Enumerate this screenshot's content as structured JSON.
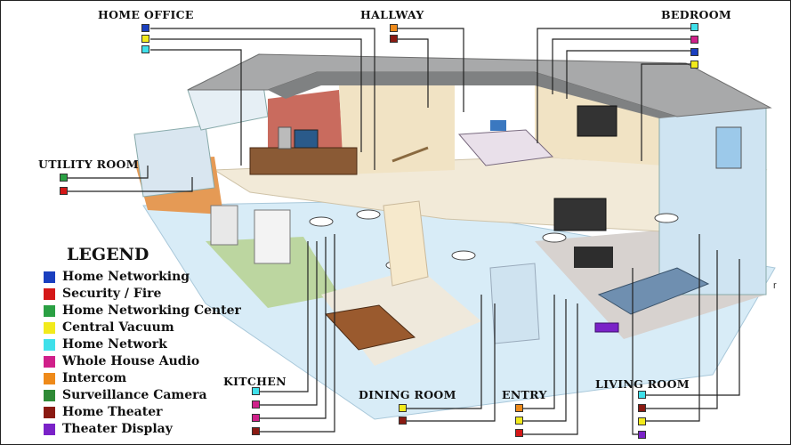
{
  "rooms": {
    "home_office": "HOME OFFICE",
    "hallway": "HALLWAY",
    "bedroom": "BEDROOM",
    "utility_room": "UTILITY ROOM",
    "kitchen": "KITCHEN",
    "dining_room": "DINING ROOM",
    "entry": "ENTRY",
    "living_room": "LIVING ROOM"
  },
  "legend": {
    "title": "LEGEND",
    "items": [
      {
        "label": "Home Networking",
        "color": "#1a3fbf"
      },
      {
        "label": "Security / Fire",
        "color": "#d41818"
      },
      {
        "label": "Home Networking Center",
        "color": "#2aa043"
      },
      {
        "label": "Central Vacuum",
        "color": "#f2ea1c"
      },
      {
        "label": "Home Network",
        "color": "#3fe0ea"
      },
      {
        "label": "Whole House Audio",
        "color": "#d0208a"
      },
      {
        "label": "Intercom",
        "color": "#ee8a1a"
      },
      {
        "label": "Surveillance Camera",
        "color": "#2f8a36"
      },
      {
        "label": "Home Theater",
        "color": "#8a1a12"
      },
      {
        "label": "Theater Display",
        "color": "#7a22c8"
      }
    ]
  },
  "swatches": {
    "home_office": [
      "#1a3fbf",
      "#f2ea1c",
      "#3fe0ea"
    ],
    "hallway": [
      "#ee8a1a",
      "#8a1a12"
    ],
    "bedroom": [
      "#3fe0ea",
      "#d0208a",
      "#1a3fbf",
      "#f2ea1c"
    ],
    "utility_room": [
      "#2aa043",
      "#d41818"
    ],
    "kitchen": [
      "#3fe0ea",
      "#d0208a",
      "#d0208a",
      "#8a1a12"
    ],
    "dining_room": [
      "#f2ea1c",
      "#8a1a12"
    ],
    "entry": [
      "#ee8a1a",
      "#f2ea1c",
      "#d41818"
    ],
    "living_room": [
      "#3fe0ea",
      "#8a1a12",
      "#f2ea1c",
      "#7a22c8"
    ]
  },
  "stray_mark": "r"
}
